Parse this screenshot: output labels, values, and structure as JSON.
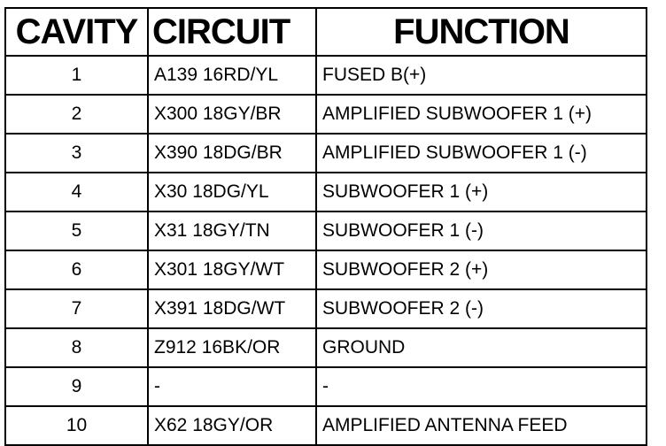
{
  "table": {
    "headers": {
      "cavity": "CAVITY",
      "circuit": "CIRCUIT",
      "function": "FUNCTION"
    },
    "rows": [
      {
        "cavity": "1",
        "circuit": "A139 16RD/YL",
        "function": "FUSED B(+)"
      },
      {
        "cavity": "2",
        "circuit": "X300 18GY/BR",
        "function": "AMPLIFIED SUBWOOFER 1 (+)"
      },
      {
        "cavity": "3",
        "circuit": "X390 18DG/BR",
        "function": "AMPLIFIED SUBWOOFER 1 (-)"
      },
      {
        "cavity": "4",
        "circuit": "X30 18DG/YL",
        "function": "SUBWOOFER 1 (+)"
      },
      {
        "cavity": "5",
        "circuit": "X31 18GY/TN",
        "function": "SUBWOOFER 1 (-)"
      },
      {
        "cavity": "6",
        "circuit": "X301 18GY/WT",
        "function": "SUBWOOFER 2 (+)"
      },
      {
        "cavity": "7",
        "circuit": "X391 18DG/WT",
        "function": "SUBWOOFER 2 (-)"
      },
      {
        "cavity": "8",
        "circuit": "Z912 16BK/OR",
        "function": "GROUND"
      },
      {
        "cavity": "9",
        "circuit": "-",
        "function": "-"
      },
      {
        "cavity": "10",
        "circuit": "X62 18GY/OR",
        "function": "AMPLIFIED ANTENNA FEED"
      }
    ]
  }
}
